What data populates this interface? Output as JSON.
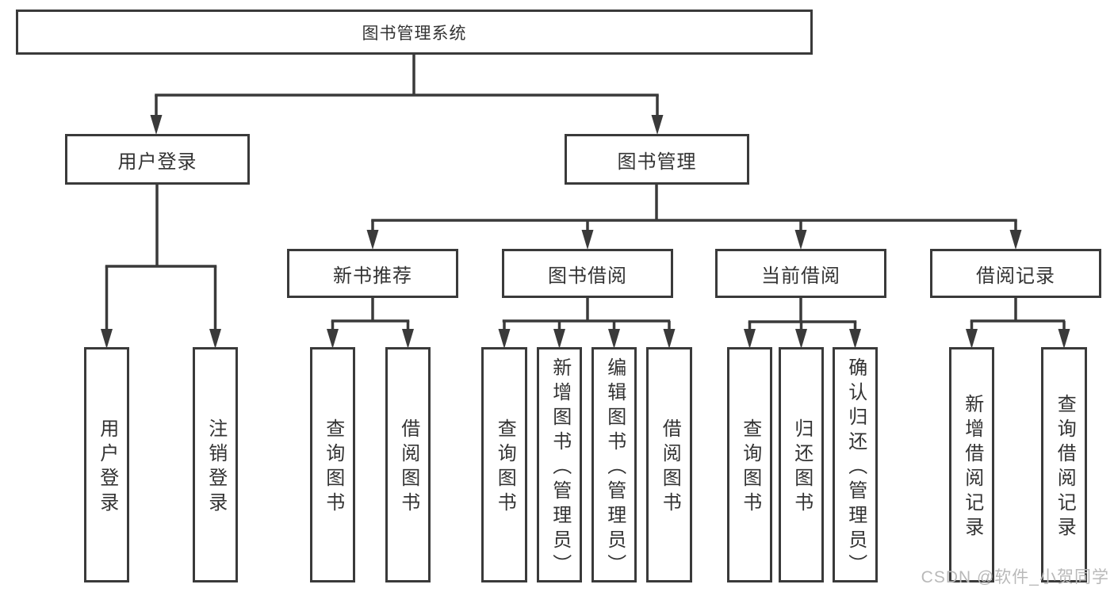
{
  "diagram": {
    "root": {
      "label": "图书管理系统"
    },
    "level2": [
      {
        "label": "用户登录"
      },
      {
        "label": "图书管理"
      }
    ],
    "level3": [
      {
        "label": "新书推荐"
      },
      {
        "label": "图书借阅"
      },
      {
        "label": "当前借阅"
      },
      {
        "label": "借阅记录"
      }
    ],
    "leaves": [
      {
        "label": "用户登录"
      },
      {
        "label": "注销登录"
      },
      {
        "label": "查询图书"
      },
      {
        "label": "借阅图书"
      },
      {
        "label": "查询图书"
      },
      {
        "label": "新增图书（管理员）"
      },
      {
        "label": "编辑图书（管理员）"
      },
      {
        "label": "借阅图书"
      },
      {
        "label": "查询图书"
      },
      {
        "label": "归还图书"
      },
      {
        "label": "确认归还（管理员）"
      },
      {
        "label": "新增借阅记录"
      },
      {
        "label": "查询借阅记录"
      }
    ]
  },
  "watermark": {
    "text": "CSDN @软件_小贺同学"
  },
  "colors": {
    "line": "#3a3a3a",
    "text": "#333333",
    "watermark": "#b9b9b9",
    "background": "#ffffff"
  }
}
